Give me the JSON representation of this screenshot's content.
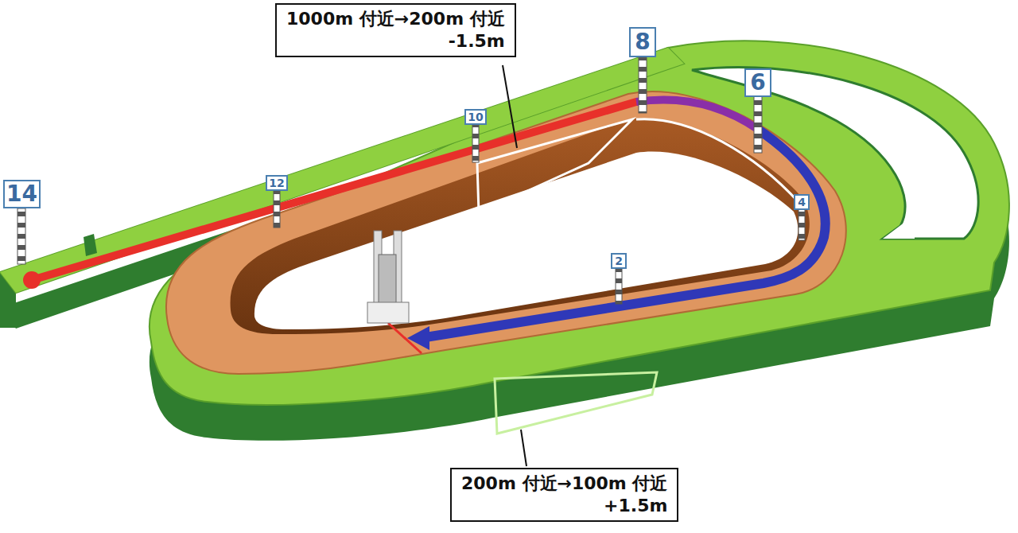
{
  "diagram": {
    "nodes": [
      {
        "text": [
          "1000m 付近→200m 付近",
          "-1.5m"
        ]
      },
      {
        "text": [
          "200m 付近→100m 付近",
          "+1.5m"
        ]
      }
    ],
    "labels": [
      "14",
      "12",
      "10",
      "8",
      "6",
      "4",
      "2"
    ]
  }
}
